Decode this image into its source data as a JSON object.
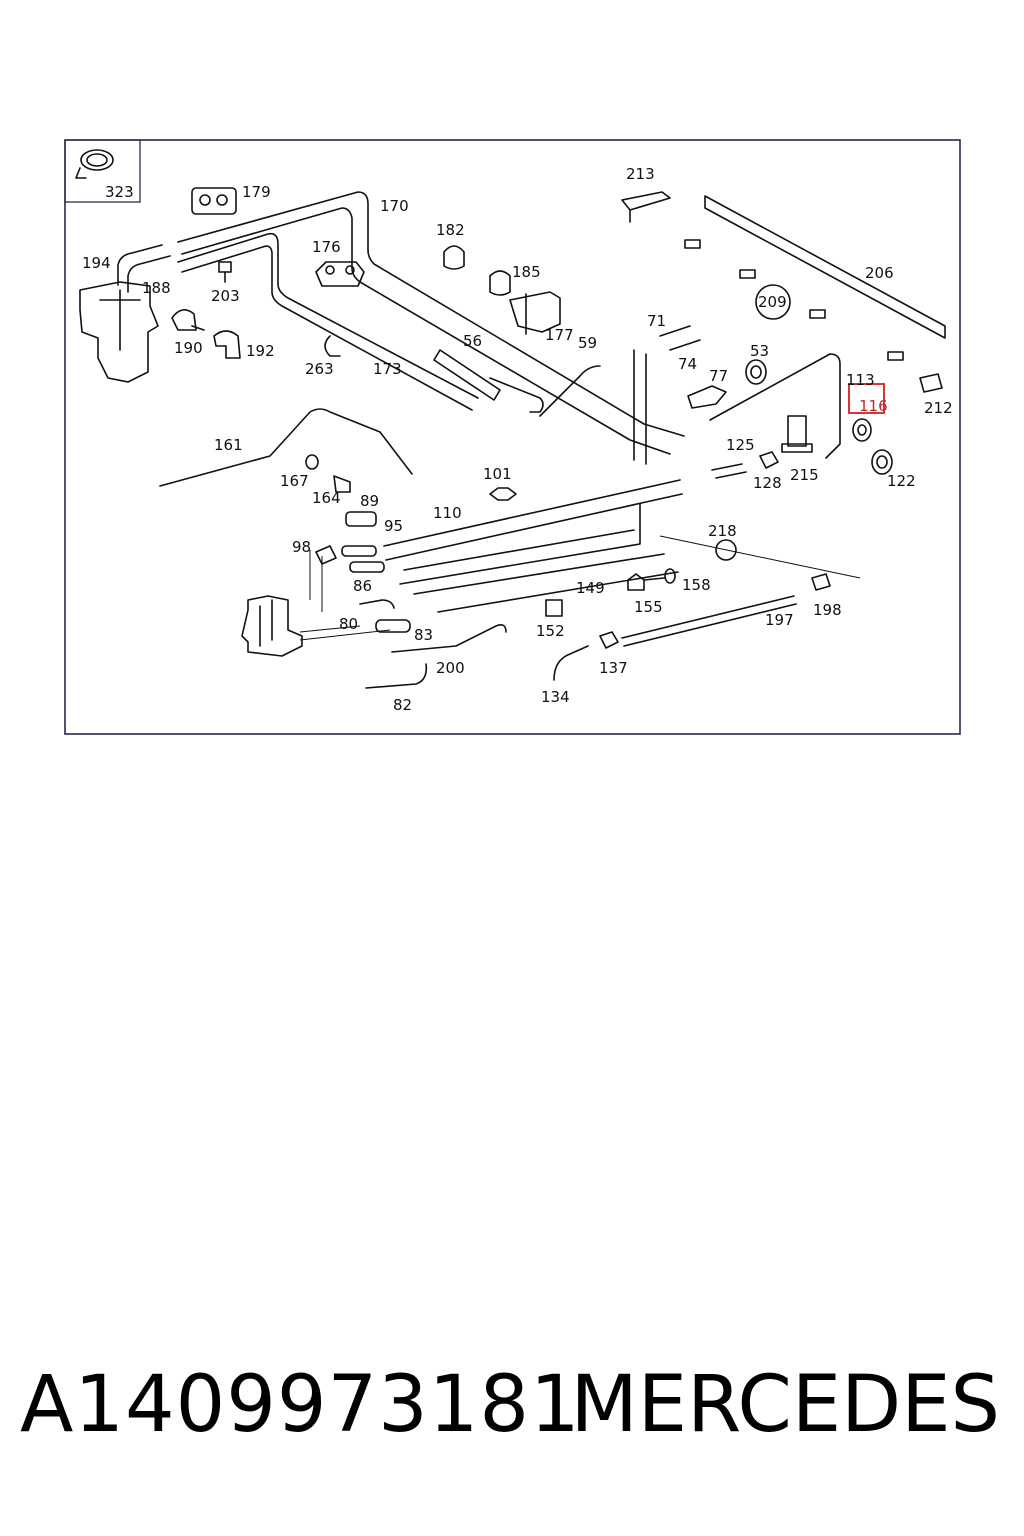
{
  "highlight_color": "#e03030",
  "callouts": {
    "c323": "323",
    "c179": "179",
    "c170": "170",
    "c194": "194",
    "c188": "188",
    "c203": "203",
    "c176": "176",
    "c182": "182",
    "c185": "185",
    "c213": "213",
    "c206": "206",
    "c209": "209",
    "c190": "190",
    "c192": "192",
    "c263": "263",
    "c173": "173",
    "c56": "56",
    "c177": "177",
    "c59": "59",
    "c71": "71",
    "c74": "74",
    "c53": "53",
    "c77": "77",
    "c113": "113",
    "c116": "116",
    "c212": "212",
    "c161": "161",
    "c167": "167",
    "c164": "164",
    "c101": "101",
    "c125": "125",
    "c128": "128",
    "c215": "215",
    "c122": "122",
    "c89": "89",
    "c95": "95",
    "c110": "110",
    "c98": "98",
    "c218": "218",
    "c86": "86",
    "c149": "149",
    "c155": "155",
    "c158": "158",
    "c80": "80",
    "c83": "83",
    "c152": "152",
    "c197": "197",
    "c198": "198",
    "c200": "200",
    "c137": "137",
    "c82": "82",
    "c134": "134"
  },
  "footer": {
    "part_number": "A1409973181",
    "brand": "MERCEDES"
  }
}
